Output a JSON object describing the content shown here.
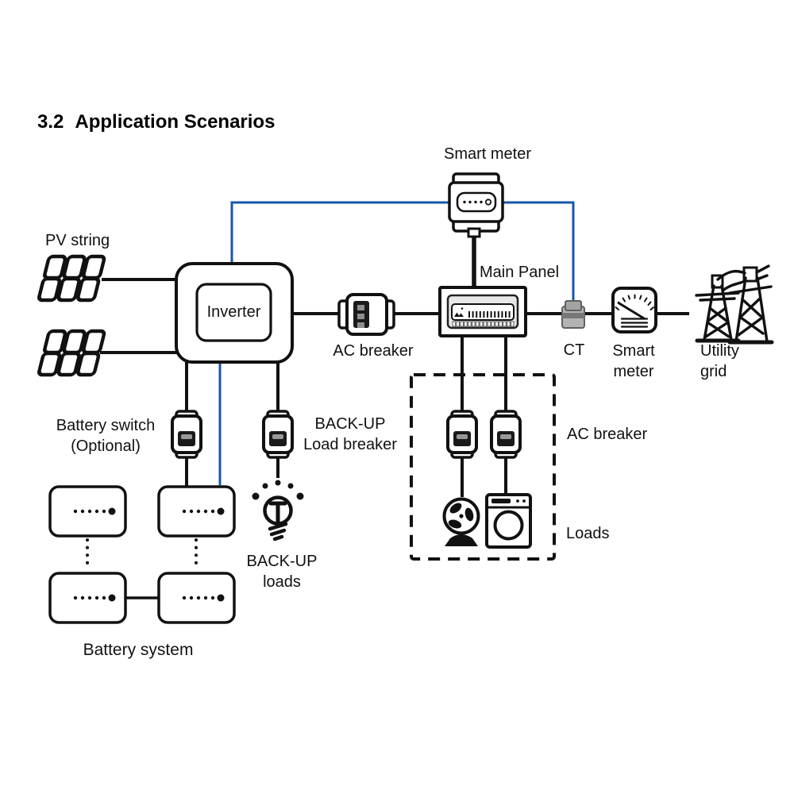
{
  "title": {
    "number": "3.2",
    "text": "Application Scenarios"
  },
  "labels": {
    "smart_meter_top": "Smart meter",
    "pv_string": "PV string",
    "inverter": "Inverter",
    "ac_breaker_main": "AC breaker",
    "main_panel": "Main Panel",
    "ct": "CT",
    "smart_meter_right_1": "Smart",
    "smart_meter_right_2": "meter",
    "utility_grid_1": "Utility",
    "utility_grid_2": "grid",
    "battery_switch_1": "Battery switch",
    "battery_switch_2": "(Optional)",
    "backup_breaker_1": "BACK-UP",
    "backup_breaker_2": "Load breaker",
    "backup_loads_1": "BACK-UP",
    "backup_loads_2": "loads",
    "ac_breaker_loads": "AC breaker",
    "loads": "Loads",
    "battery_system": "Battery system"
  },
  "icons": [
    "pv-string-icon",
    "inverter-box-icon",
    "smart-meter-din-icon",
    "ac-breaker-icon",
    "main-panel-icon",
    "ct-clamp-icon",
    "smart-meter-analog-icon",
    "utility-grid-towers-icon",
    "battery-switch-breaker-icon",
    "backup-load-breaker-icon",
    "light-bulb-icon",
    "fan-icon",
    "washing-machine-icon",
    "battery-module-icon"
  ],
  "colors": {
    "line_black": "#111111",
    "wire_blue": "#1658a8",
    "panel_gray": "#e8e8e8",
    "ct_gray": "#b3b3b3",
    "handle_dark": "#1a1a1a",
    "handle_slot_gray": "#999999"
  }
}
